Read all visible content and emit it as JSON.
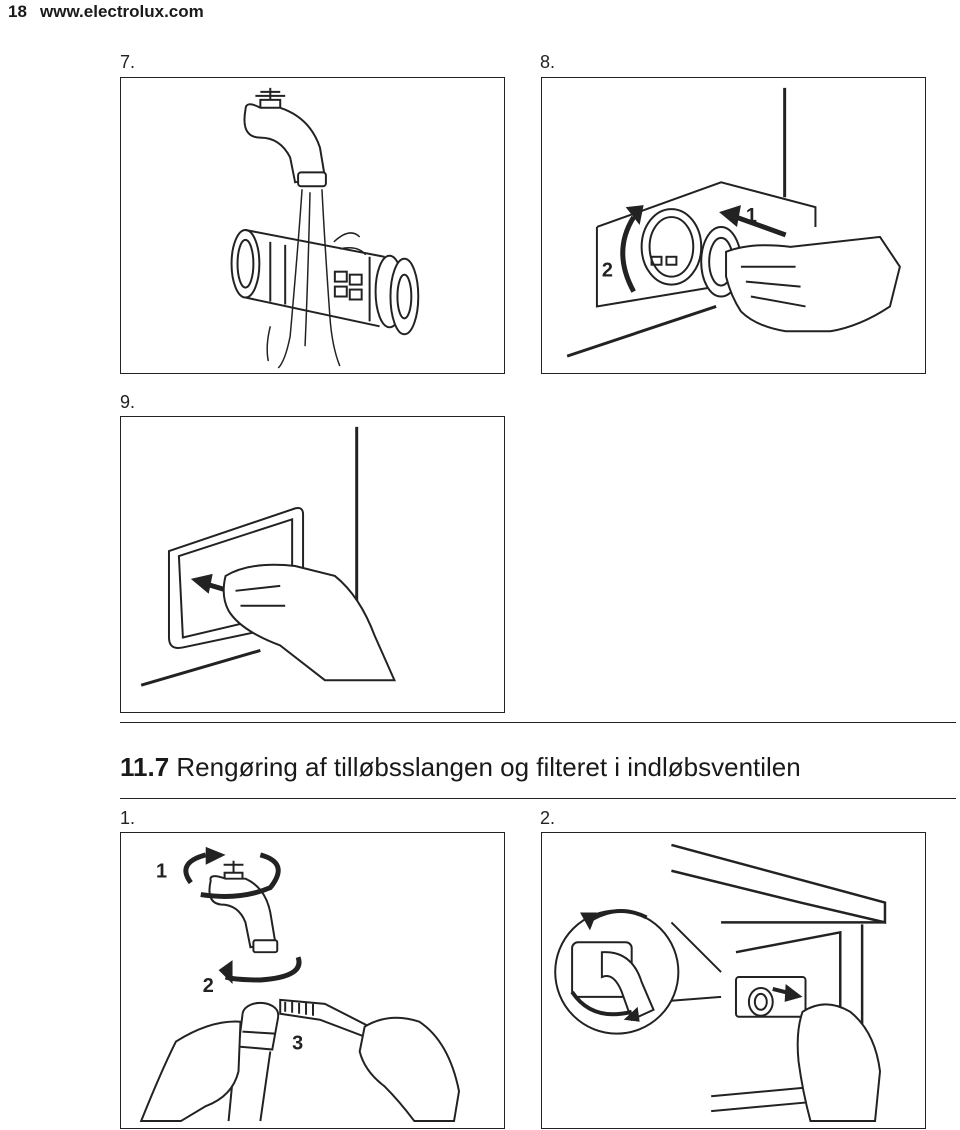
{
  "header": {
    "page_number": "18",
    "url": "www.electrolux.com"
  },
  "steps_top": [
    {
      "label": "7."
    },
    {
      "label": "8.",
      "callouts": [
        "1",
        "2"
      ]
    },
    {
      "label": "9."
    }
  ],
  "section": {
    "number": "11.7",
    "title": "Rengøring af tilløbsslangen og filteret i indløbsventilen"
  },
  "steps_bottom": [
    {
      "label": "1.",
      "callouts": [
        "1",
        "2",
        "3"
      ]
    },
    {
      "label": "2."
    }
  ]
}
